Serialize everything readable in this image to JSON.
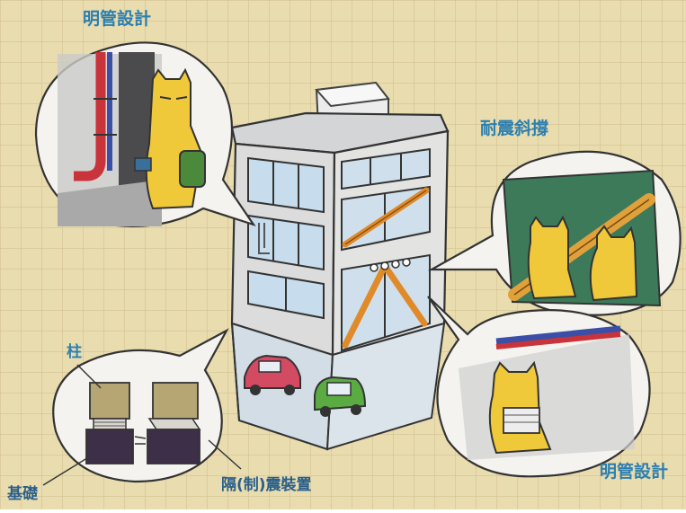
{
  "labels": {
    "exposed_pipe_top": "明管設計",
    "brace": "耐震斜撐",
    "exposed_pipe_bottom": "明管設計",
    "column": "柱",
    "foundation": "基礎",
    "isolator": "隔(制)震裝置"
  },
  "colors": {
    "paper": "#e9dcae",
    "grid": "#cdb98a",
    "label": "#2d7fb0",
    "building": "#d9dadc",
    "window_glass": "#c7dcec",
    "brace": "#e08a2a",
    "bubble": "#f4f3ef",
    "cat": "#f0c93a",
    "pipe_red": "#c8343a",
    "pipe_blue": "#3b4fa6",
    "car_red": "#d34a63",
    "car_green": "#5aab42",
    "column_block": "#b5a673",
    "foundation_block": "#3e2f49"
  },
  "icons": [
    "cat-mascot-icon",
    "building-illustration",
    "car-icon",
    "pipe-icon"
  ]
}
